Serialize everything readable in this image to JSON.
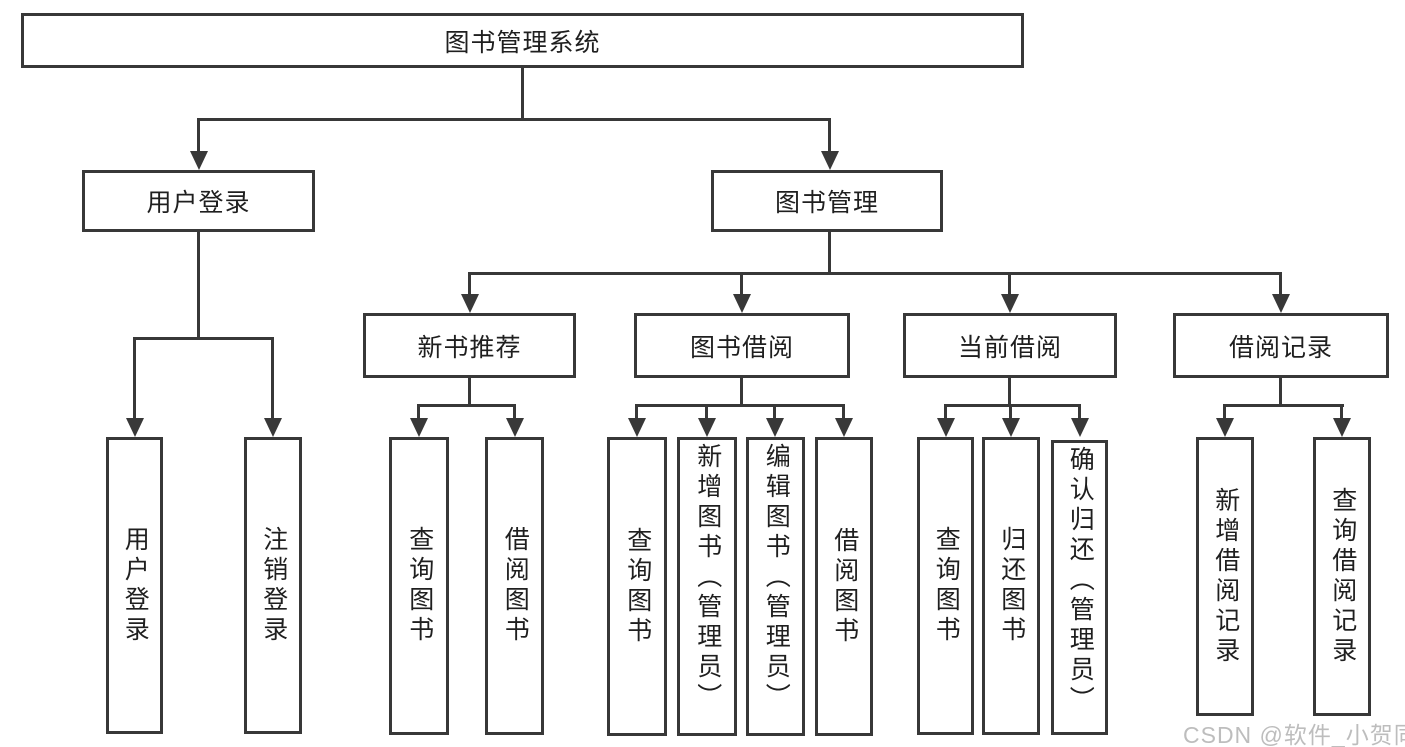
{
  "nodes": {
    "root": "图书管理系统",
    "user_login": "用户登录",
    "book_management": "图书管理",
    "new_book_recommend": "新书推荐",
    "book_borrowing": "图书借阅",
    "current_borrowing": "当前借阅",
    "borrowing_records": "借阅记录"
  },
  "leaves": {
    "user_login": "用户登录",
    "logout": "注销登录",
    "query_books_recommend": "查询图书",
    "borrow_books_recommend": "借阅图书",
    "query_books_borrowing": "查询图书",
    "add_books_admin": "新增图书（管理员）",
    "edit_books_admin": "编辑图书（管理员）",
    "borrow_books_borrowing": "借阅图书",
    "query_books_current": "查询图书",
    "return_books": "归还图书",
    "confirm_return_admin": "确认归还（管理员）",
    "add_borrow_record": "新增借阅记录",
    "query_borrow_record": "查询借阅记录"
  },
  "watermark": {
    "text": "CSDN @软件_小贺同学"
  },
  "colors": {
    "line": "#383838",
    "text": "#1f1f1f",
    "watermark": "#bdbdbd",
    "background": "#ffffff"
  }
}
